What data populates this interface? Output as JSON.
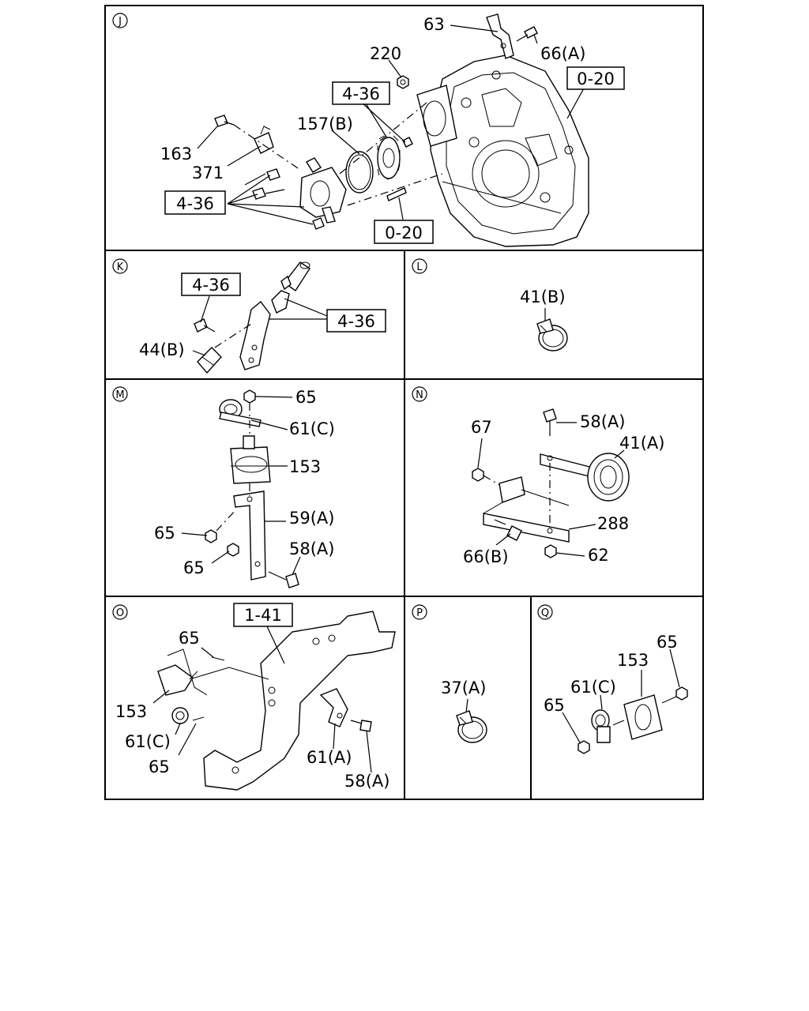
{
  "sections": {
    "J": {
      "marker": "J",
      "labels": {
        "p63": "63",
        "p66a": "66(A)",
        "p220": "220",
        "ref0_20_top": "0-20",
        "ref4_36_mid": "4-36",
        "p157b": "157(B)",
        "p163": "163",
        "p371": "371",
        "ref4_36_left": "4-36",
        "ref0_20_bottom": "0-20"
      }
    },
    "K": {
      "marker": "K",
      "labels": {
        "ref4_36_a": "4-36",
        "ref4_36_b": "4-36",
        "p44b": "44(B)"
      }
    },
    "L": {
      "marker": "L",
      "labels": {
        "p41b": "41(B)"
      }
    },
    "M": {
      "marker": "M",
      "labels": {
        "p65_top": "65",
        "p61c": "61(C)",
        "p153": "153",
        "p59a": "59(A)",
        "p65_mid": "65",
        "p58a": "58(A)",
        "p65_low": "65"
      }
    },
    "N": {
      "marker": "N",
      "labels": {
        "p67": "67",
        "p58a": "58(A)",
        "p41a": "41(A)",
        "p288": "288",
        "p66b": "66(B)",
        "p62": "62"
      }
    },
    "O": {
      "marker": "O",
      "labels": {
        "ref1_41": "1-41",
        "p65_top": "65",
        "p153": "153",
        "p61c": "61(C)",
        "p65_bot": "65",
        "p61a": "61(A)",
        "p58a": "58(A)"
      }
    },
    "P": {
      "marker": "P",
      "labels": {
        "p37a": "37(A)"
      }
    },
    "Q": {
      "marker": "Q",
      "labels": {
        "p65_top": "65",
        "p153": "153",
        "p61c": "61(C)",
        "p65_left": "65"
      }
    }
  }
}
